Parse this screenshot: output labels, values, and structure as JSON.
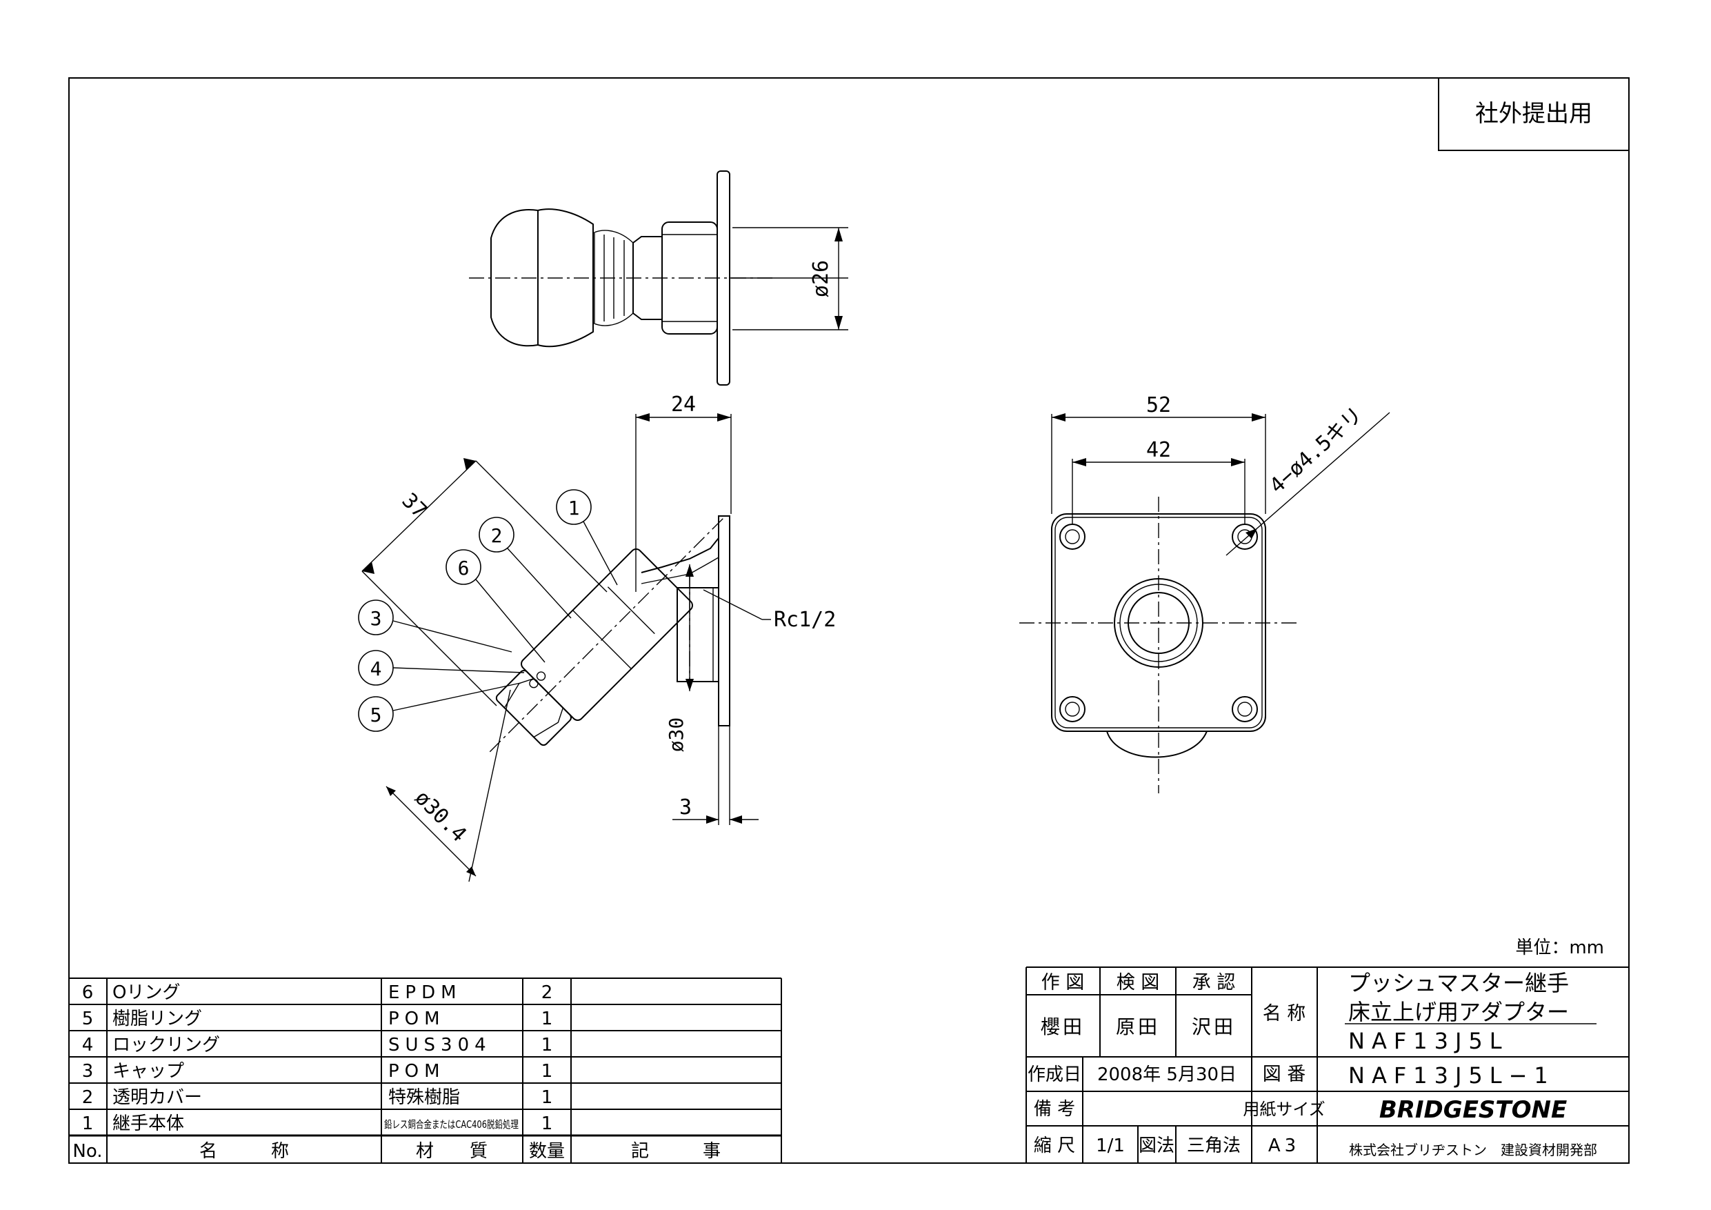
{
  "stamp": "社外提出用",
  "unit_label": "単位：mm",
  "side_view": {
    "dimensions": {
      "flange_height": "24",
      "body_length": "37",
      "outer_diameter": "ø30.4",
      "port_diameter": "ø30",
      "flange_thickness": "3",
      "thread": "Rc1/2"
    },
    "balloons": [
      "1",
      "2",
      "6",
      "3",
      "4",
      "5"
    ]
  },
  "top_view": {
    "dimensions": {
      "diameter": "ø26"
    }
  },
  "front_view": {
    "dimensions": {
      "outer_width": "52",
      "hole_pitch": "42",
      "holes": "4−ø4.5キリ"
    }
  },
  "parts_table": {
    "headers": [
      "No.",
      "名　　　称",
      "材　　質",
      "数量",
      "記　　　事"
    ],
    "rows": [
      {
        "no": "6",
        "name": "Oリング",
        "material": "EPDM",
        "qty": "2",
        "note": ""
      },
      {
        "no": "5",
        "name": "樹脂リング",
        "material": "POM",
        "qty": "1",
        "note": ""
      },
      {
        "no": "4",
        "name": "ロックリング",
        "material": "SUS304",
        "qty": "1",
        "note": ""
      },
      {
        "no": "3",
        "name": "キャップ",
        "material": "POM",
        "qty": "1",
        "note": ""
      },
      {
        "no": "2",
        "name": "透明カバー",
        "material": "特殊樹脂",
        "qty": "1",
        "note": ""
      },
      {
        "no": "1",
        "name": "継手本体",
        "material": "鉛レス銅合金またはCAC406脱鉛処理",
        "qty": "1",
        "note": ""
      }
    ]
  },
  "title_block": {
    "drawn_label": "作 図",
    "checked_label": "検 図",
    "approved_label": "承 認",
    "drawn_by": "櫻田",
    "checked_by": "原田",
    "approved_by": "沢田",
    "name_label": "名 称",
    "title_line1": "プッシュマスター継手",
    "title_line2": "床立上げ用アダプター",
    "model": "NAF13J5L",
    "date_label": "作成日",
    "date": "2008年 5月30日",
    "drawing_no_label": "図 番",
    "drawing_no": "NAF13J5L−1",
    "remarks_label": "備 考",
    "paper_size_label": "用紙サイズ",
    "paper_size": "A3",
    "scale_label": "縮 尺",
    "scale": "1/1",
    "projection_label": "図法",
    "projection": "三角法",
    "logo": "BRIDGESTONE",
    "company": "株式会社ブリヂストン　建設資材開発部"
  }
}
